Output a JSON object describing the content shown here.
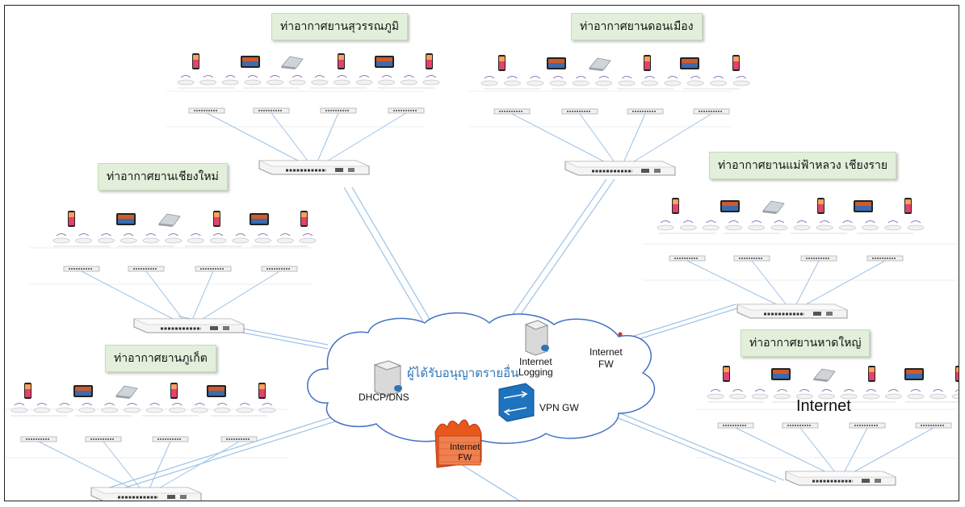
{
  "sites": [
    {
      "label": "ท่าอากาศยานสุวรรณภูมิ"
    },
    {
      "label": "ท่าอากาศยานดอนเมือง"
    },
    {
      "label": "ท่าอากาศยานเชียงใหม่"
    },
    {
      "label": "ท่าอากาศยานแม่ฟ้าหลวง เชียงราย"
    },
    {
      "label": "ท่าอากาศยานภูเก็ต"
    },
    {
      "label": "ท่าอากาศยานหาดใหญ่"
    }
  ],
  "cloud": {
    "provider_label": "ผู้ได้รับอนุญาตรายอื่น",
    "dhcp_label": "DHCP/DNS",
    "logging_label": "Internet\nLogging",
    "fw_label": "Internet\nFW",
    "vpn_label": "VPN GW",
    "edge_fw_label": "Internet\nFW"
  },
  "internet_label": "Internet",
  "colors": {
    "label_bg": "#e2efda",
    "link_line": "#9dc3e6",
    "cloud_stroke": "#4472c4",
    "vpn_blue": "#1e73be",
    "firewall_orange": "#e8581c"
  }
}
